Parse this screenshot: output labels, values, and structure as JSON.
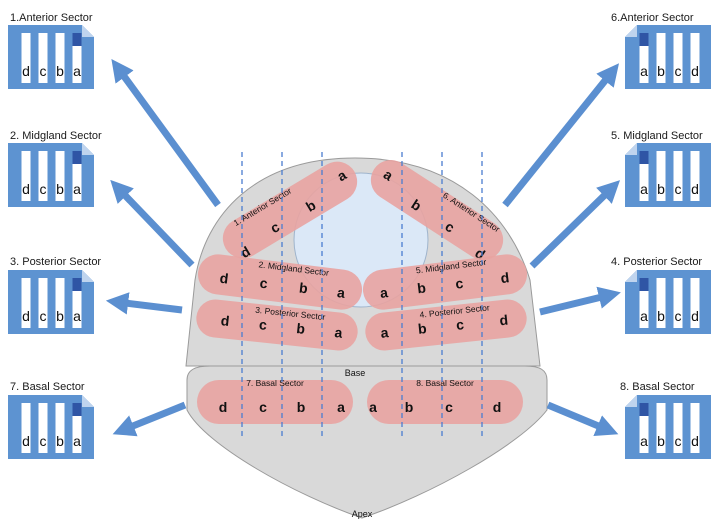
{
  "sectors": [
    {
      "id": 1,
      "tray_label": "1.Anterior Sector",
      "zone_label": "1. Anterior Sector",
      "letters": [
        "a",
        "b",
        "c",
        "d"
      ],
      "tray_letters": [
        "d",
        "c",
        "b",
        "a"
      ]
    },
    {
      "id": 2,
      "tray_label": "2. Midgland Sector",
      "zone_label": "2. Midgland Sector",
      "letters": [
        "d",
        "c",
        "b",
        "a"
      ],
      "tray_letters": [
        "d",
        "c",
        "b",
        "a"
      ]
    },
    {
      "id": 3,
      "tray_label": "3. Posterior Sector",
      "zone_label": "3. Posterior Sector",
      "letters": [
        "d",
        "c",
        "b",
        "a"
      ],
      "tray_letters": [
        "d",
        "c",
        "b",
        "a"
      ]
    },
    {
      "id": 4,
      "tray_label": "4. Posterior Sector",
      "zone_label": "4. Posterior Sector",
      "letters": [
        "a",
        "b",
        "c",
        "d"
      ],
      "tray_letters": [
        "a",
        "b",
        "c",
        "d"
      ]
    },
    {
      "id": 5,
      "tray_label": "5. Midgland Sector",
      "zone_label": "5. Midgland Sector",
      "letters": [
        "a",
        "b",
        "c",
        "d"
      ],
      "tray_letters": [
        "a",
        "b",
        "c",
        "d"
      ]
    },
    {
      "id": 6,
      "tray_label": "6.Anterior Sector",
      "zone_label": "6. Anterior Sector",
      "letters": [
        "a",
        "b",
        "c",
        "d"
      ],
      "tray_letters": [
        "a",
        "b",
        "c",
        "d"
      ]
    },
    {
      "id": 7,
      "tray_label": "7. Basal Sector",
      "zone_label": "7. Basal Sector",
      "letters": [
        "d",
        "c",
        "b",
        "a"
      ],
      "tray_letters": [
        "d",
        "c",
        "b",
        "a"
      ]
    },
    {
      "id": 8,
      "tray_label": "8. Basal Sector",
      "zone_label": "8. Basal Sector",
      "letters": [
        "a",
        "b",
        "c",
        "d"
      ],
      "tray_letters": [
        "a",
        "b",
        "c",
        "d"
      ]
    }
  ],
  "labels": {
    "base": "Base",
    "apex": "Apex"
  },
  "colors": {
    "tray": "#5d93d1",
    "tray_dark": "#2f55a5",
    "arrow": "#5b8fd0",
    "zone": "#e8a3a1",
    "gland": "#d9d9d9",
    "urethra": "#dbe8f7",
    "guide": "#4a7dd0"
  }
}
